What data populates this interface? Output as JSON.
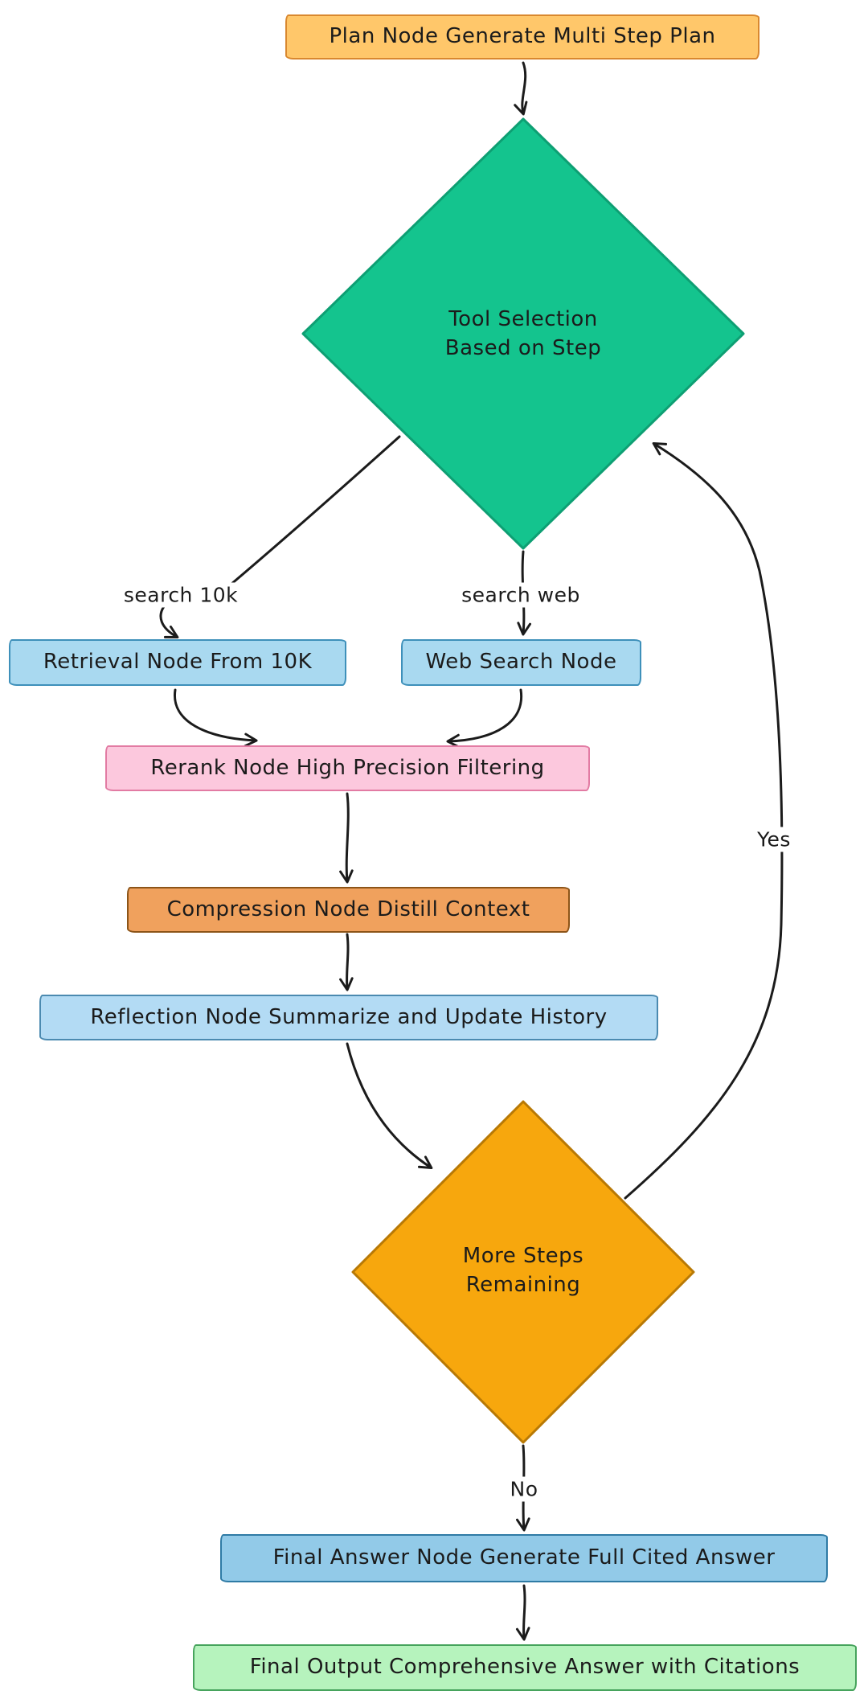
{
  "diagram": {
    "type": "flowchart",
    "background": "#ffffff",
    "wire_color": "#1b1b1b",
    "nodes": {
      "plan": {
        "shape": "rectangle",
        "label": "Plan Node Generate Multi Step Plan",
        "fill": "#ffc76a",
        "stroke": "#d9882f"
      },
      "tool_selection": {
        "shape": "diamond",
        "lines": [
          "Tool Selection",
          "Based on Step"
        ],
        "fill": "#14c48e",
        "stroke": "#0e9f73"
      },
      "retrieval": {
        "shape": "rectangle",
        "label": "Retrieval Node From 10K",
        "fill": "#a9d9f0",
        "stroke": "#3e90ba"
      },
      "web_search": {
        "shape": "rectangle",
        "label": "Web Search Node",
        "fill": "#a9d9f0",
        "stroke": "#3e90ba"
      },
      "rerank": {
        "shape": "rectangle",
        "label": "Rerank Node High Precision Filtering",
        "fill": "#fcc8dd",
        "stroke": "#e27ba3"
      },
      "compression": {
        "shape": "rectangle",
        "label": "Compression Node Distill Context",
        "fill": "#f0a15d",
        "stroke": "#8c5418"
      },
      "reflection": {
        "shape": "rectangle",
        "label": "Reflection Node Summarize and Update History",
        "fill": "#b3dbf4",
        "stroke": "#4b8ab0"
      },
      "more_steps": {
        "shape": "diamond",
        "lines": [
          "More Steps",
          "Remaining"
        ],
        "fill": "#f7a70d",
        "stroke": "#b87905"
      },
      "final_answer": {
        "shape": "rectangle",
        "label": "Final Answer Node Generate Full Cited Answer",
        "fill": "#92cae8",
        "stroke": "#2f7ba5"
      },
      "final_output": {
        "shape": "rectangle",
        "label": "Final Output Comprehensive Answer with Citations",
        "fill": "#b6f3bd",
        "stroke": "#46a35c"
      }
    },
    "edge_labels": {
      "search_10k": "search 10k",
      "search_web": "search web",
      "yes": "Yes",
      "no": "No"
    }
  }
}
